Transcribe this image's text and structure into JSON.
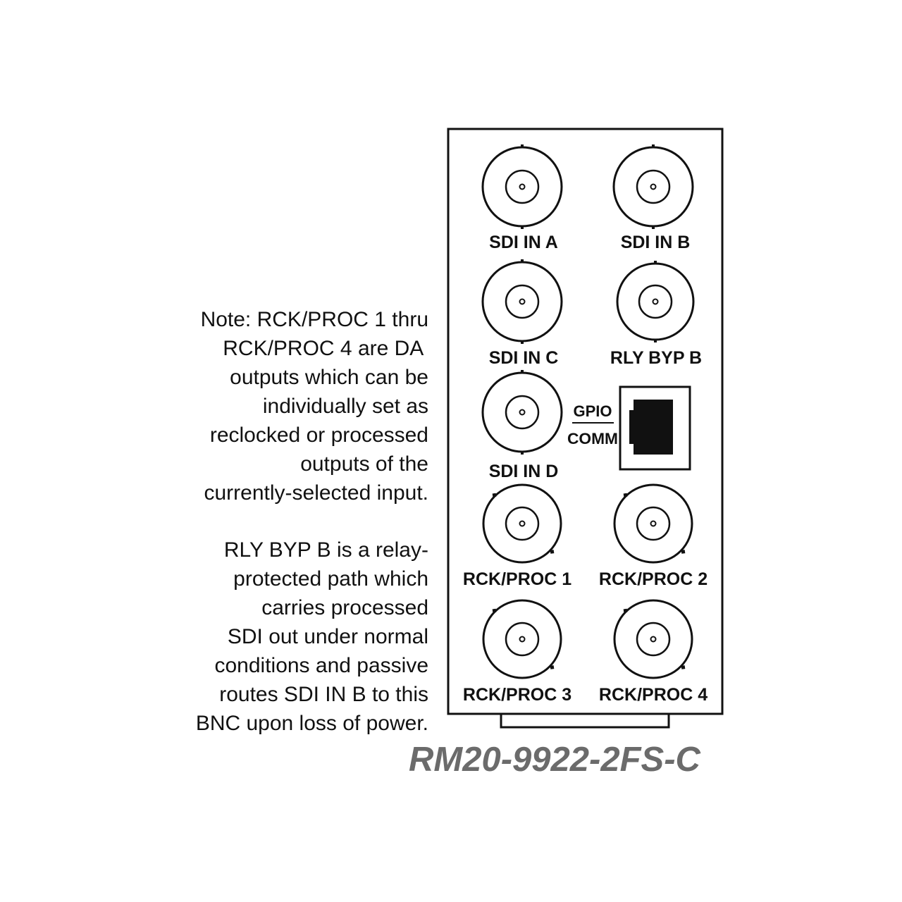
{
  "notes": {
    "note1_lines": [
      "Note: RCK/PROC 1 thru",
      "RCK/PROC 4 are DA ",
      "outputs which can be",
      "individually set as",
      "reclocked or processed",
      "outputs of the",
      "currently-selected input."
    ],
    "note2_lines": [
      "RLY BYP B is a relay-",
      "protected path which",
      "carries processed",
      "SDI out under normal",
      "conditions and passive",
      "routes SDI IN B to this",
      "BNC upon loss of power."
    ]
  },
  "connectors": {
    "sdi_in_a": "SDI IN A",
    "sdi_in_b": "SDI IN B",
    "sdi_in_c": "SDI IN C",
    "rly_byp_b": "RLY BYP B",
    "sdi_in_d": "SDI IN D",
    "rck_proc_1": "RCK/PROC 1",
    "rck_proc_2": "RCK/PROC 2",
    "rck_proc_3": "RCK/PROC 3",
    "rck_proc_4": "RCK/PROC 4"
  },
  "gpio_port": {
    "label_top": "GPIO",
    "label_bottom": "COMM"
  },
  "model_number": "RM20-9922-2FS-C"
}
